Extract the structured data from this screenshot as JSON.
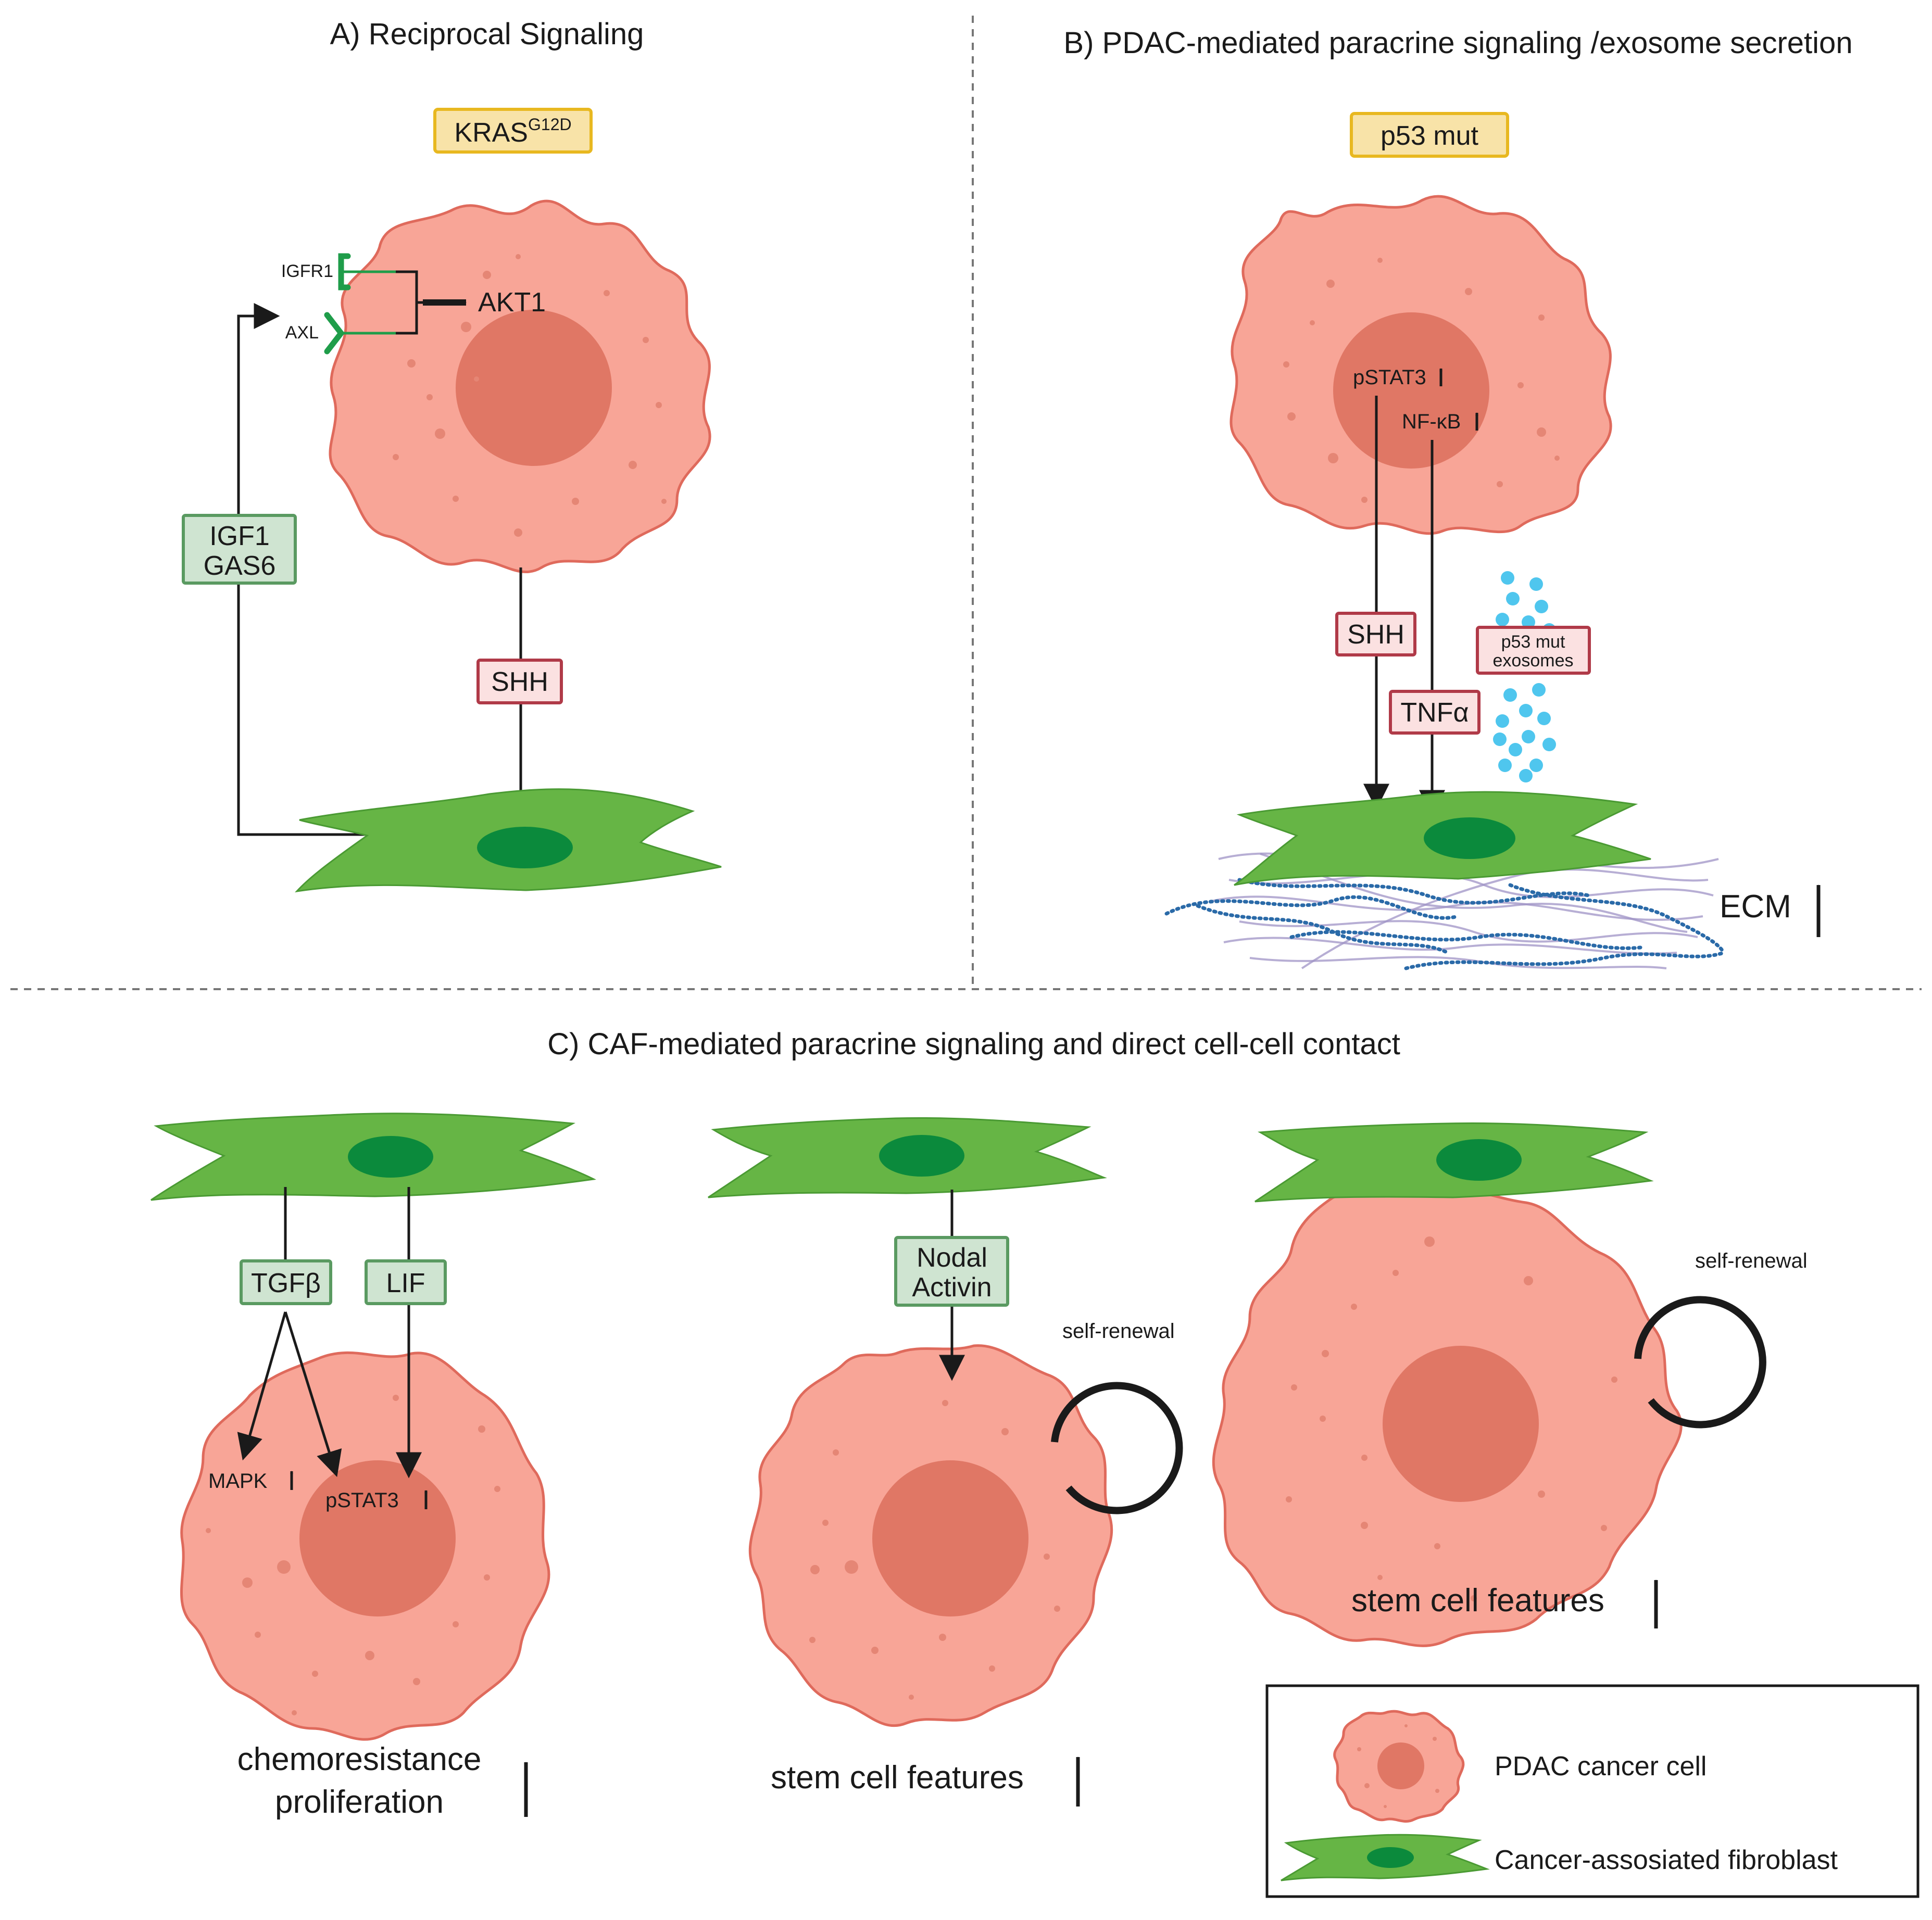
{
  "panels": {
    "a": {
      "title": "A) Reciprocal Signaling",
      "mutation": "KRAS",
      "mutation_sup": "G12D",
      "receptors": [
        "IGFR1",
        "AXL"
      ],
      "target": "AKT1",
      "ligands": [
        "IGF1",
        "GAS6"
      ],
      "secreted": "SHH"
    },
    "b": {
      "title": "B) PDAC-mediated paracrine signaling /exosome secretion",
      "mutation": "p53 mut",
      "nuclear": [
        "pSTAT3",
        "NF-κB"
      ],
      "secreted": [
        "SHH",
        "TNFα"
      ],
      "exosomes": [
        "p53 mut",
        "exosomes"
      ],
      "ecm": "ECM"
    },
    "c": {
      "title": "C) CAF-mediated paracrine signaling and direct cell-cell contact",
      "sub1": {
        "ligands": [
          "TGFβ",
          "LIF"
        ],
        "effects": [
          "MAPK",
          "pSTAT3"
        ],
        "outcome": [
          "chemoresistance",
          "proliferation"
        ]
      },
      "sub2": {
        "ligands": [
          "Nodal",
          "Activin"
        ],
        "loop": "self-renewal",
        "outcome": "stem cell features"
      },
      "sub3": {
        "loop": "self-renewal",
        "outcome": "stem cell features"
      }
    }
  },
  "legend": {
    "cancer_cell": "PDAC cancer cell",
    "fibroblast": "Cancer-assosiated fibroblast"
  },
  "colors": {
    "cancer_cell_fill": "#f8a597",
    "nucleus": "#e07765",
    "caf_fill": "#66b545",
    "caf_nucleus": "#0b8a3c",
    "ligand_box": "#cfe4d1",
    "secreted_box": "#fbe1e1",
    "mutation_box": "#f8e3a8",
    "exosome": "#4fc6ee"
  }
}
